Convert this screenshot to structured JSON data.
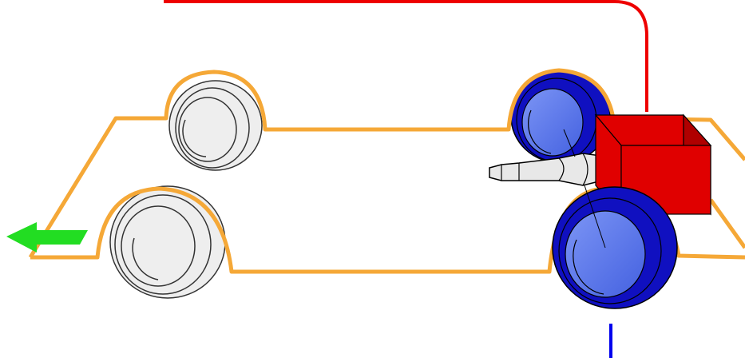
{
  "diagram": {
    "kind": "vehicle-drivetrain-schematic",
    "text": [],
    "colors": {
      "chassis": "#f5a837",
      "engine": "#e00000",
      "engine_side": "#b00000",
      "driven_wheel": "#1010c0",
      "driven_hub": "#5a78ee",
      "free_wheel": "#eeeeee",
      "free_wheel_outline": "#333333",
      "direction_arrow": "#22dd22",
      "red_line": "#ee0000",
      "blue_line": "#0000ee",
      "gearbox": "#e8e8e8"
    },
    "components": [
      {
        "id": "chassis",
        "label": "",
        "role": "frame"
      },
      {
        "id": "engine",
        "label": "",
        "role": "engine"
      },
      {
        "id": "gearbox",
        "label": "",
        "role": "transmission"
      },
      {
        "id": "wheel-front-left",
        "label": "",
        "role": "driven"
      },
      {
        "id": "wheel-front-right",
        "label": "",
        "role": "driven"
      },
      {
        "id": "wheel-rear-left",
        "label": "",
        "role": "free"
      },
      {
        "id": "wheel-rear-right",
        "label": "",
        "role": "free"
      },
      {
        "id": "direction-arrow",
        "label": "",
        "role": "direction-of-travel"
      }
    ]
  }
}
